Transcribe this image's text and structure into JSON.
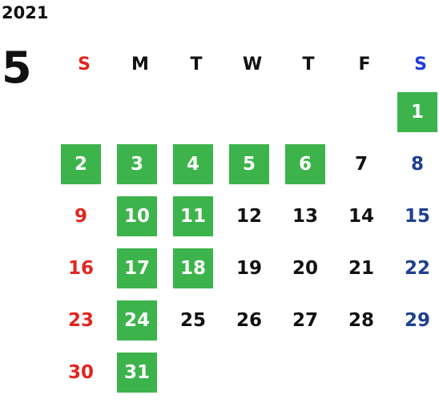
{
  "year": "2021",
  "month": "5",
  "weekdays": [
    "S",
    "M",
    "T",
    "W",
    "T",
    "F",
    "S"
  ],
  "colors": {
    "sunday": "#e0261f",
    "saturday_header": "#1f3fd6",
    "saturday_day": "#1f3f8f",
    "weekday": "#111111",
    "holiday_bg": "#3cb44b",
    "holiday_text": "#ffffff"
  },
  "weeks": [
    [
      null,
      null,
      null,
      null,
      null,
      null,
      {
        "day": "1",
        "holiday": true
      }
    ],
    [
      {
        "day": "2",
        "holiday": true
      },
      {
        "day": "3",
        "holiday": true
      },
      {
        "day": "4",
        "holiday": true
      },
      {
        "day": "5",
        "holiday": true
      },
      {
        "day": "6",
        "holiday": true
      },
      {
        "day": "7",
        "holiday": false
      },
      {
        "day": "8",
        "holiday": false
      }
    ],
    [
      {
        "day": "9",
        "holiday": false
      },
      {
        "day": "10",
        "holiday": true
      },
      {
        "day": "11",
        "holiday": true
      },
      {
        "day": "12",
        "holiday": false
      },
      {
        "day": "13",
        "holiday": false
      },
      {
        "day": "14",
        "holiday": false
      },
      {
        "day": "15",
        "holiday": false
      }
    ],
    [
      {
        "day": "16",
        "holiday": false
      },
      {
        "day": "17",
        "holiday": true
      },
      {
        "day": "18",
        "holiday": true
      },
      {
        "day": "19",
        "holiday": false
      },
      {
        "day": "20",
        "holiday": false
      },
      {
        "day": "21",
        "holiday": false
      },
      {
        "day": "22",
        "holiday": false
      }
    ],
    [
      {
        "day": "23",
        "holiday": false
      },
      {
        "day": "24",
        "holiday": true
      },
      {
        "day": "25",
        "holiday": false
      },
      {
        "day": "26",
        "holiday": false
      },
      {
        "day": "27",
        "holiday": false
      },
      {
        "day": "28",
        "holiday": false
      },
      {
        "day": "29",
        "holiday": false
      }
    ],
    [
      {
        "day": "30",
        "holiday": false
      },
      {
        "day": "31",
        "holiday": true
      },
      null,
      null,
      null,
      null,
      null
    ]
  ]
}
